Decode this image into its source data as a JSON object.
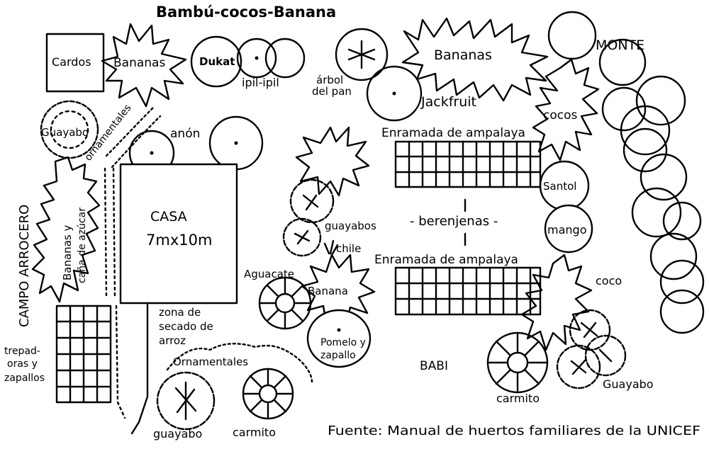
{
  "labels": {
    "top_title": "Bambú-cocos-Banana",
    "cardos": "Cardos",
    "bananas_left": "Bananas",
    "dukat": "Dukat",
    "ipil": "ipil-ipil",
    "arbol": "árbol",
    "del_pan": "del pan",
    "bananas_top": "Bananas",
    "monte": "MONTE",
    "jackfruit": "Jackfruit",
    "cocos": "cocos",
    "guayabo_left": "Guayabo",
    "ornamentales_diag": "ornamentales",
    "anon": "anón",
    "enramada_top": "Enramada de ampalaya",
    "santol": "Santol",
    "campo": "CAMPO ARROCERO",
    "bananas_cana": "Bananas y",
    "cana_azucar": "caña de azúcar",
    "casa": "CASA",
    "casa_dim": "7mx10m",
    "guayabos": "guayabos",
    "berenjenas": "- berenjenas -",
    "mango": "mango",
    "chile": "chile",
    "enramada_bottom": "Enramada de ampalaya",
    "aguacate": "Aguacate",
    "banana_mid": "Banana",
    "coco": "coco",
    "zona": "zona de",
    "secado": "secado de",
    "arroz": "arroz",
    "pomelo": "Pomelo y",
    "zapallo": "zapallo",
    "trepadoras": "trepad-",
    "oras_y": "oras y",
    "zapallos": "zapallos",
    "ornamentales_bottom": "Ornamentales",
    "babi": "BABI",
    "carmito_right": "carmito",
    "guayabo_right": "Guayabo",
    "guayabo_bottom": "guayabo",
    "carmito_bottom": "carmito",
    "source": "Fuente: Manual de huertos familiares de la UNICEF"
  }
}
